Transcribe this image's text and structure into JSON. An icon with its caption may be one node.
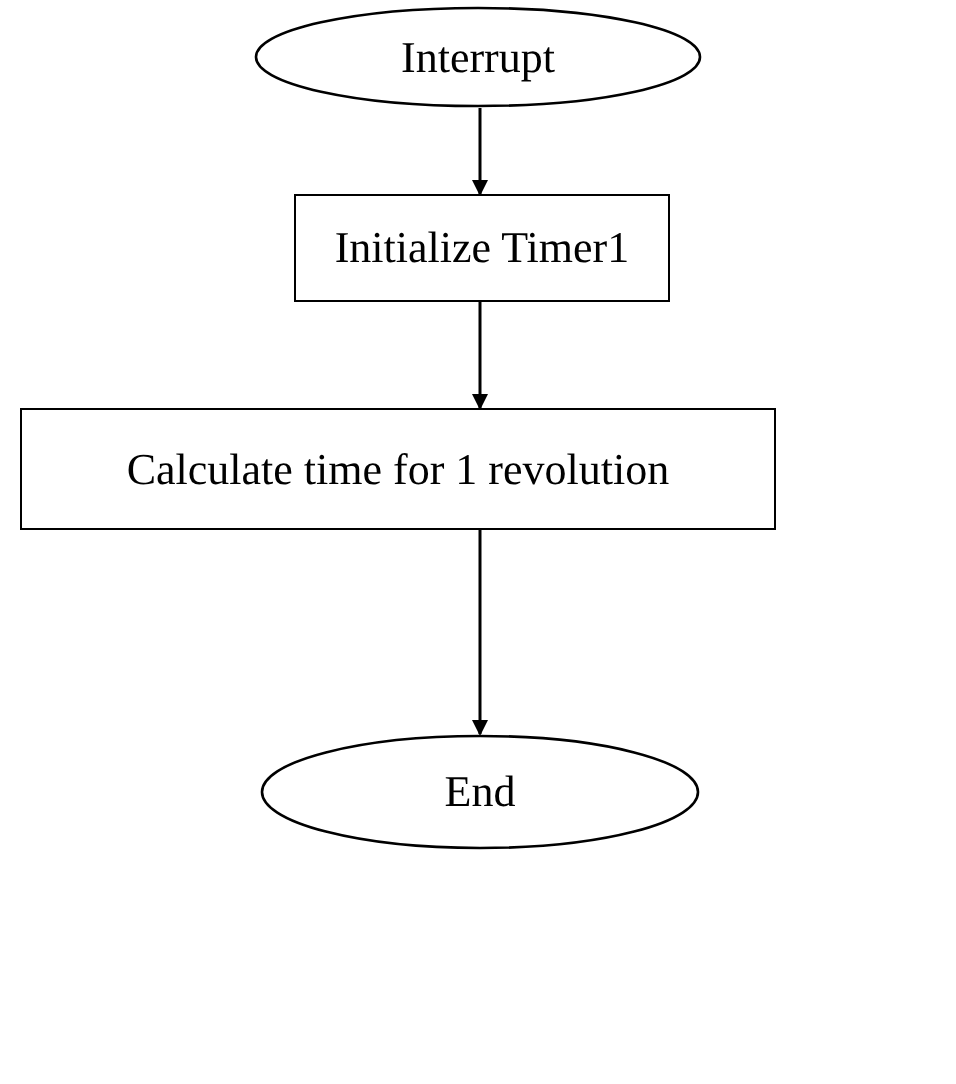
{
  "diagram": {
    "nodes": [
      {
        "text": [
          "Interrupt"
        ]
      },
      {
        "text": [
          "Initialize Timer1"
        ]
      },
      {
        "text": [
          "Calculate time for 1 revolution"
        ]
      },
      {
        "text": [
          "End"
        ]
      }
    ],
    "edges": [
      {
        "from": 0,
        "to": 1,
        "arrow": "to"
      },
      {
        "from": 1,
        "to": 2,
        "arrow": "to"
      },
      {
        "from": 2,
        "to": 3,
        "arrow": "to"
      }
    ]
  }
}
